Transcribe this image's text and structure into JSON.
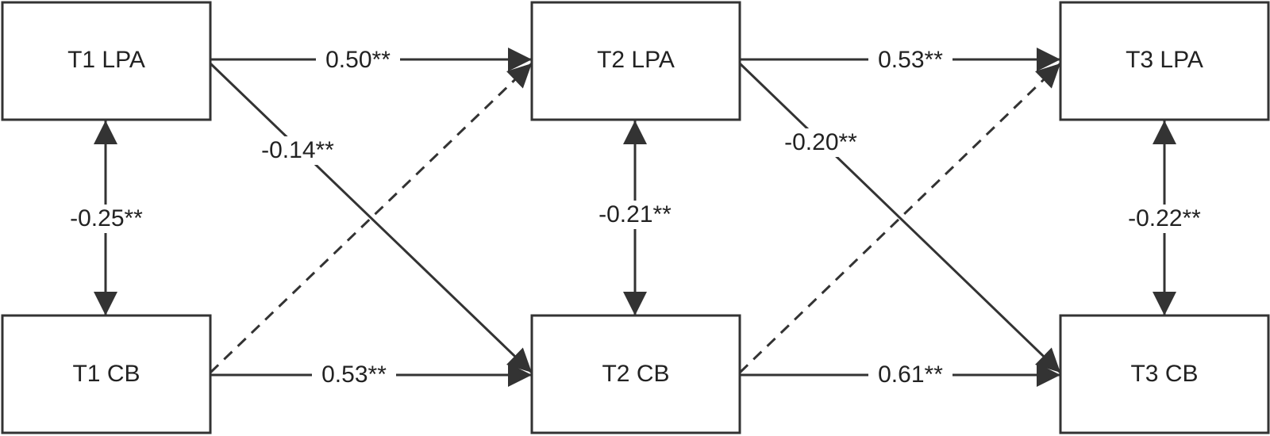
{
  "nodes": {
    "t1_lpa": "T1 LPA",
    "t2_lpa": "T2 LPA",
    "t3_lpa": "T3 LPA",
    "t1_cb": "T1 CB",
    "t2_cb": "T2 CB",
    "t3_cb": "T3 CB"
  },
  "edges": {
    "t1lpa_t2lpa": "0.50**",
    "t2lpa_t3lpa": "0.53**",
    "t1cb_t2cb": "0.53**",
    "t2cb_t3cb": "0.61**",
    "t1lpa_t2cb": "-0.14**",
    "t2lpa_t3cb": "-0.20**",
    "t1_corr": "-0.25**",
    "t2_corr": "-0.21**",
    "t3_corr": "-0.22**"
  },
  "colors": {
    "line": "#333333",
    "text": "#222222",
    "background": "#ffffff"
  }
}
